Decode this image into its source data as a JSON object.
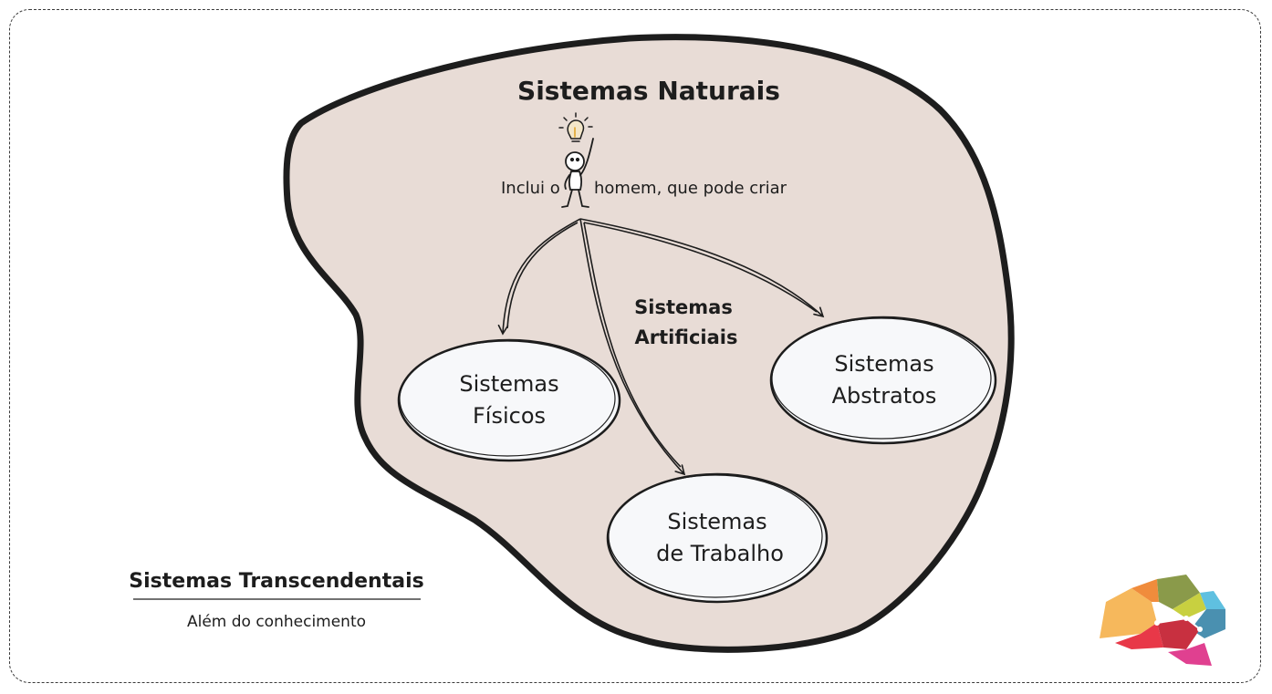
{
  "diagram": {
    "natural_title": "Sistemas Naturais",
    "natural_caption_left": "Inclui o",
    "natural_caption_right": "homem, que pode criar",
    "artificial_label_line1": "Sistemas",
    "artificial_label_line2": "Artificiais",
    "physical_line1": "Sistemas",
    "physical_line2": "Físicos",
    "abstract_line1": "Sistemas",
    "abstract_line2": "Abstratos",
    "work_line1": "Sistemas",
    "work_line2": "de Trabalho",
    "transcendental_title": "Sistemas Transcendentais",
    "transcendental_caption": "Além do conhecimento"
  },
  "colors": {
    "blob_fill": "#e8dcd6",
    "blob_stroke": "#1d1d1d",
    "node_fill": "#f7f8fa",
    "text": "#1d1d1d"
  },
  "icons": [
    "stick-figure-icon",
    "lightbulb-icon",
    "brain-logo-icon"
  ]
}
